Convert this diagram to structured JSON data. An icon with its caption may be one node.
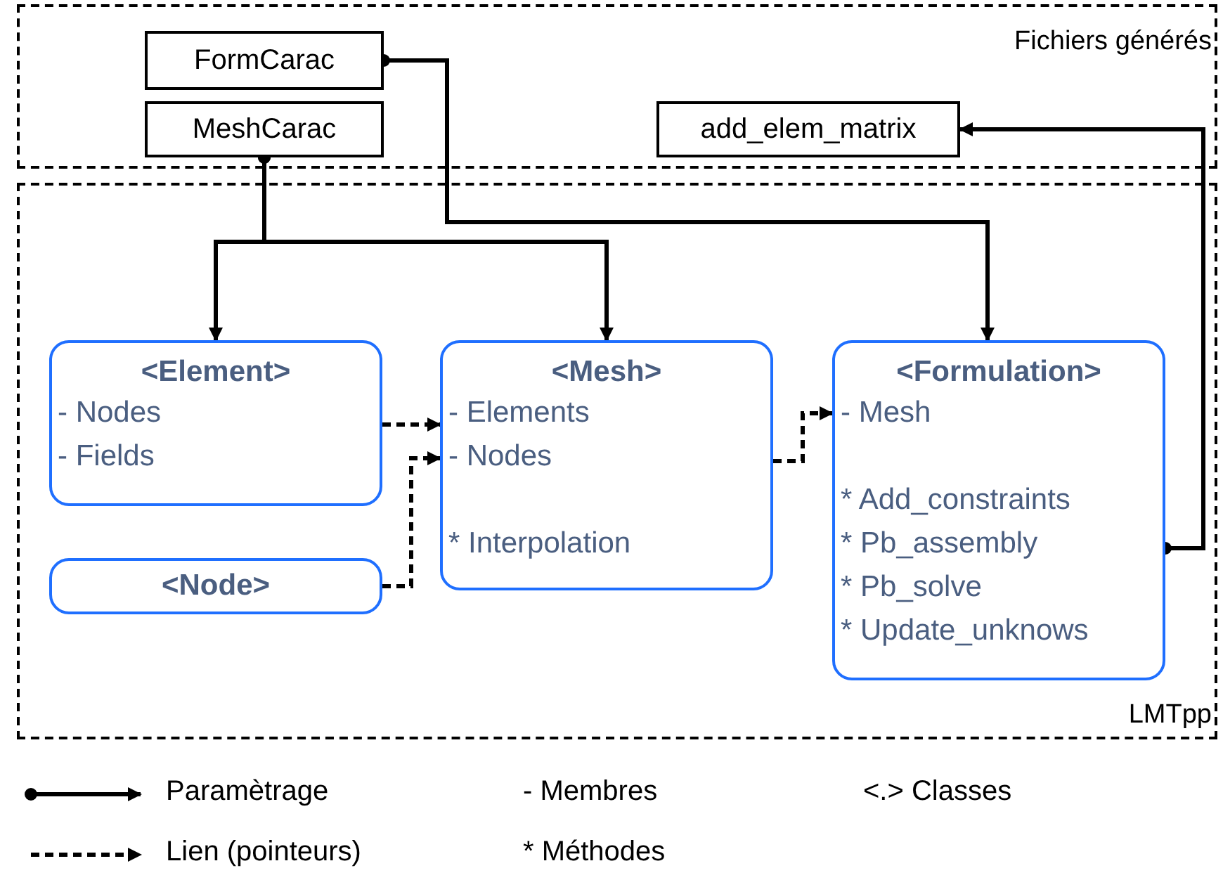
{
  "diagram": {
    "nodes": [
      {
        "text": [
          "Fichiers générés"
        ]
      },
      {
        "text": [
          "FormCarac"
        ],
        "in": 0
      },
      {
        "text": [
          "MeshCarac"
        ],
        "in": 0
      },
      {
        "text": [
          "add_elem_matrix"
        ],
        "in": 0
      },
      {
        "text": [
          "LMTpp"
        ]
      },
      {
        "text": [
          "<Element>",
          "- Nodes",
          "- Fields"
        ],
        "in": 4
      },
      {
        "text": [
          "<Mesh>",
          "- Elements",
          "- Nodes",
          "* Interpolation"
        ],
        "in": 4
      },
      {
        "text": [
          "<Node>"
        ],
        "in": 4
      },
      {
        "text": [
          "<Formulation>",
          "- Mesh",
          "* Add_constraints",
          "* Pb_assembly",
          "* Pb_solve",
          "* Update_unknows"
        ],
        "in": 4
      }
    ],
    "edges": [
      {
        "from": 2,
        "to": 5,
        "arrow": "to"
      },
      {
        "from": 2,
        "to": 6,
        "arrow": "to"
      },
      {
        "from": 1,
        "to": 8,
        "arrow": "to"
      },
      {
        "from": 8,
        "to": 3,
        "arrow": "to"
      },
      {
        "from": 5,
        "to": 6,
        "arrow": "to",
        "style": "dashed"
      },
      {
        "from": 7,
        "to": 6,
        "arrow": "to",
        "style": "dashed"
      },
      {
        "from": 6,
        "to": 8,
        "arrow": "to",
        "style": "dashed"
      }
    ],
    "labels": [
      "- Membres",
      "<.> Classes",
      "* Méthodes"
    ],
    "legend": [
      {
        "text": "Paramètrage"
      },
      {
        "text": "Lien (pointeurs)"
      }
    ]
  }
}
